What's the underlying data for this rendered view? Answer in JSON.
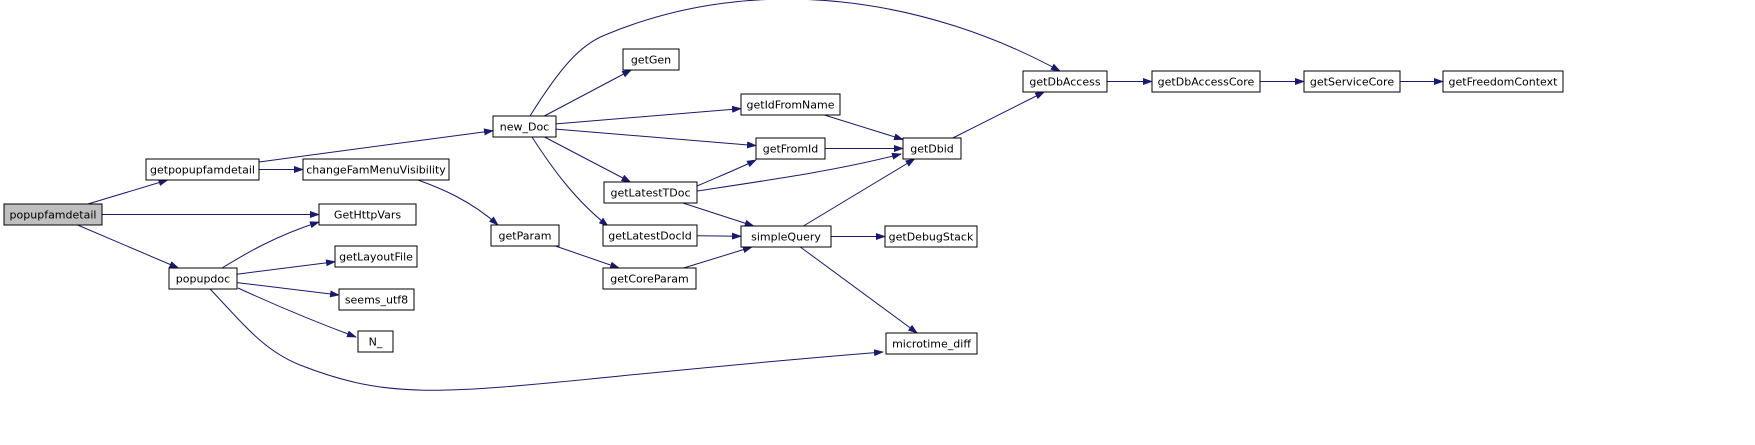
{
  "colors": {
    "edge": "#191970",
    "node_fill": "#ffffff",
    "root_fill": "#bfbfbf",
    "border": "#000000"
  },
  "nodes": [
    {
      "id": "popupfamdetail",
      "label": "popupfamdetail",
      "root": true
    },
    {
      "id": "getpopupfamdetail",
      "label": "getpopupfamdetail"
    },
    {
      "id": "GetHttpVars",
      "label": "GetHttpVars"
    },
    {
      "id": "popupdoc",
      "label": "popupdoc"
    },
    {
      "id": "new_Doc",
      "label": "new_Doc"
    },
    {
      "id": "changeFamMenuVisibility",
      "label": "changeFamMenuVisibility"
    },
    {
      "id": "getParam",
      "label": "getParam"
    },
    {
      "id": "getCoreParam",
      "label": "getCoreParam"
    },
    {
      "id": "getLayoutFile",
      "label": "getLayoutFile"
    },
    {
      "id": "seems_utf8",
      "label": "seems_utf8"
    },
    {
      "id": "N_",
      "label": "N_"
    },
    {
      "id": "microtime_diff",
      "label": "microtime_diff"
    },
    {
      "id": "getGen",
      "label": "getGen"
    },
    {
      "id": "getIdFromName",
      "label": "getIdFromName"
    },
    {
      "id": "getFromId",
      "label": "getFromId"
    },
    {
      "id": "getLatestTDoc",
      "label": "getLatestTDoc"
    },
    {
      "id": "getLatestDocId",
      "label": "getLatestDocId"
    },
    {
      "id": "getDbAccess",
      "label": "getDbAccess"
    },
    {
      "id": "getDbid",
      "label": "getDbid"
    },
    {
      "id": "simpleQuery",
      "label": "simpleQuery"
    },
    {
      "id": "getDebugStack",
      "label": "getDebugStack"
    },
    {
      "id": "getDbAccessCore",
      "label": "getDbAccessCore"
    },
    {
      "id": "getServiceCore",
      "label": "getServiceCore"
    },
    {
      "id": "getFreedomContext",
      "label": "getFreedomContext"
    }
  ],
  "edges": [
    {
      "from": "popupfamdetail",
      "to": "getpopupfamdetail"
    },
    {
      "from": "popupfamdetail",
      "to": "GetHttpVars"
    },
    {
      "from": "popupfamdetail",
      "to": "popupdoc"
    },
    {
      "from": "getpopupfamdetail",
      "to": "new_Doc"
    },
    {
      "from": "getpopupfamdetail",
      "to": "changeFamMenuVisibility"
    },
    {
      "from": "changeFamMenuVisibility",
      "to": "getParam"
    },
    {
      "from": "getParam",
      "to": "getCoreParam"
    },
    {
      "from": "popupdoc",
      "to": "GetHttpVars"
    },
    {
      "from": "popupdoc",
      "to": "getLayoutFile"
    },
    {
      "from": "popupdoc",
      "to": "seems_utf8"
    },
    {
      "from": "popupdoc",
      "to": "N_"
    },
    {
      "from": "popupdoc",
      "to": "microtime_diff"
    },
    {
      "from": "new_Doc",
      "to": "getDbAccess"
    },
    {
      "from": "new_Doc",
      "to": "getGen"
    },
    {
      "from": "new_Doc",
      "to": "getIdFromName"
    },
    {
      "from": "new_Doc",
      "to": "getFromId"
    },
    {
      "from": "new_Doc",
      "to": "getLatestTDoc"
    },
    {
      "from": "new_Doc",
      "to": "getLatestDocId"
    },
    {
      "from": "getIdFromName",
      "to": "getDbid"
    },
    {
      "from": "getFromId",
      "to": "getDbid"
    },
    {
      "from": "getLatestTDoc",
      "to": "getFromId"
    },
    {
      "from": "getLatestTDoc",
      "to": "getDbid"
    },
    {
      "from": "getLatestTDoc",
      "to": "simpleQuery"
    },
    {
      "from": "getLatestDocId",
      "to": "simpleQuery"
    },
    {
      "from": "getCoreParam",
      "to": "simpleQuery"
    },
    {
      "from": "simpleQuery",
      "to": "getDbid"
    },
    {
      "from": "simpleQuery",
      "to": "getDebugStack"
    },
    {
      "from": "simpleQuery",
      "to": "microtime_diff"
    },
    {
      "from": "getDbid",
      "to": "getDbAccess"
    },
    {
      "from": "getDbAccess",
      "to": "getDbAccessCore"
    },
    {
      "from": "getDbAccessCore",
      "to": "getServiceCore"
    },
    {
      "from": "getServiceCore",
      "to": "getFreedomContext"
    }
  ]
}
